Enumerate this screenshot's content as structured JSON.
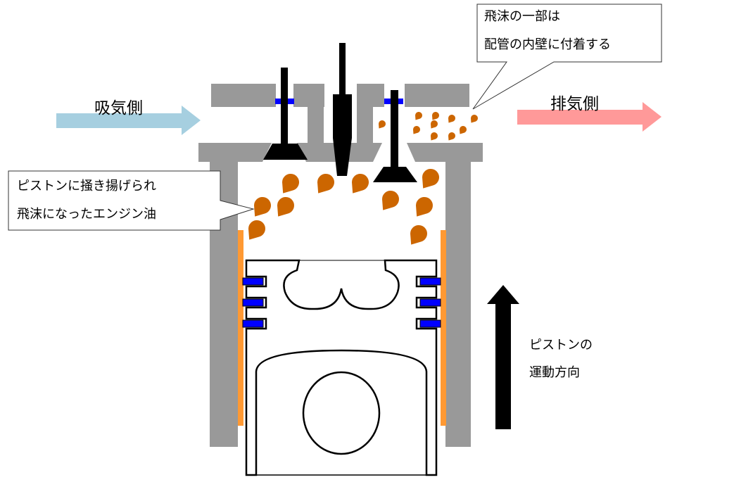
{
  "labels": {
    "intake_side": "吸気側",
    "exhaust_side": "排気側",
    "piston_motion": [
      "ピストンの",
      "運動方向"
    ]
  },
  "callouts": {
    "left": [
      "ピストンに掻き揚げられ",
      "飛沫になったエンジン油"
    ],
    "right": [
      "飛沫の一部は",
      "配管の内壁に付着する"
    ]
  },
  "colors": {
    "head": "#999999",
    "oil": "#cc6600",
    "liner": "#ff9933",
    "seal": "#0000ff",
    "intake_arrow": "#a6cfe0",
    "exhaust_arrow": "#ff9999"
  }
}
